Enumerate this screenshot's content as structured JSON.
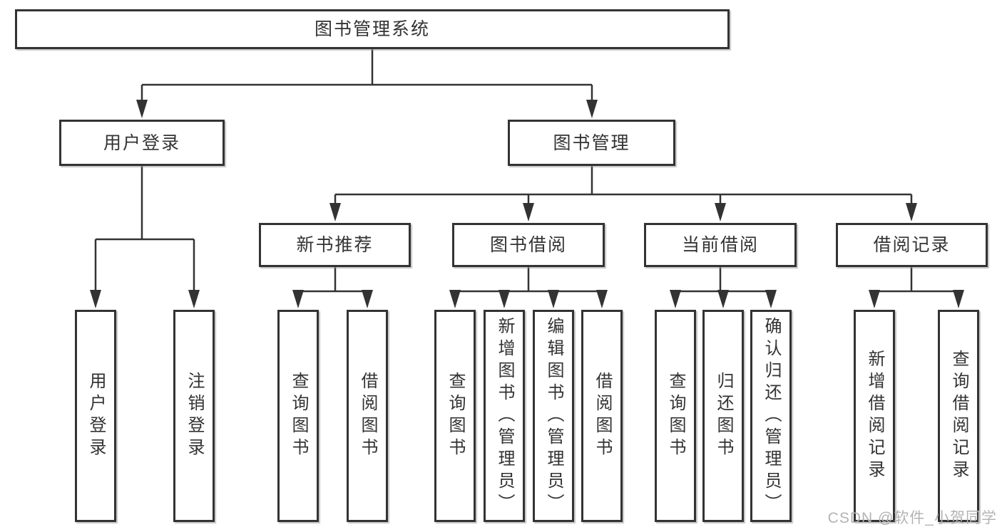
{
  "diagram": {
    "root": {
      "label": "图书管理系统"
    },
    "level2": [
      {
        "label": "用户登录"
      },
      {
        "label": "图书管理"
      }
    ],
    "level3": [
      {
        "label": "新书推荐"
      },
      {
        "label": "图书借阅"
      },
      {
        "label": "当前借阅"
      },
      {
        "label": "借阅记录"
      }
    ],
    "level4": [
      {
        "label": "用户登录"
      },
      {
        "label": "注销登录"
      },
      {
        "label": "查询图书"
      },
      {
        "label": "借阅图书"
      },
      {
        "label": "查询图书"
      },
      {
        "label": "新增图书（管理员）"
      },
      {
        "label": "编辑图书（管理员）"
      },
      {
        "label": "借阅图书"
      },
      {
        "label": "查询图书"
      },
      {
        "label": "归还图书"
      },
      {
        "label": "确认归还（管理员）"
      },
      {
        "label": "新增借阅记录"
      },
      {
        "label": "查询借阅记录"
      }
    ],
    "watermark": "CSDN @软件_小贺同学",
    "colors": {
      "line": "#333333",
      "text": "#333333",
      "box_background": "#ffffff",
      "watermark": "#b3b3b3",
      "page_background": "#ffffff"
    }
  }
}
